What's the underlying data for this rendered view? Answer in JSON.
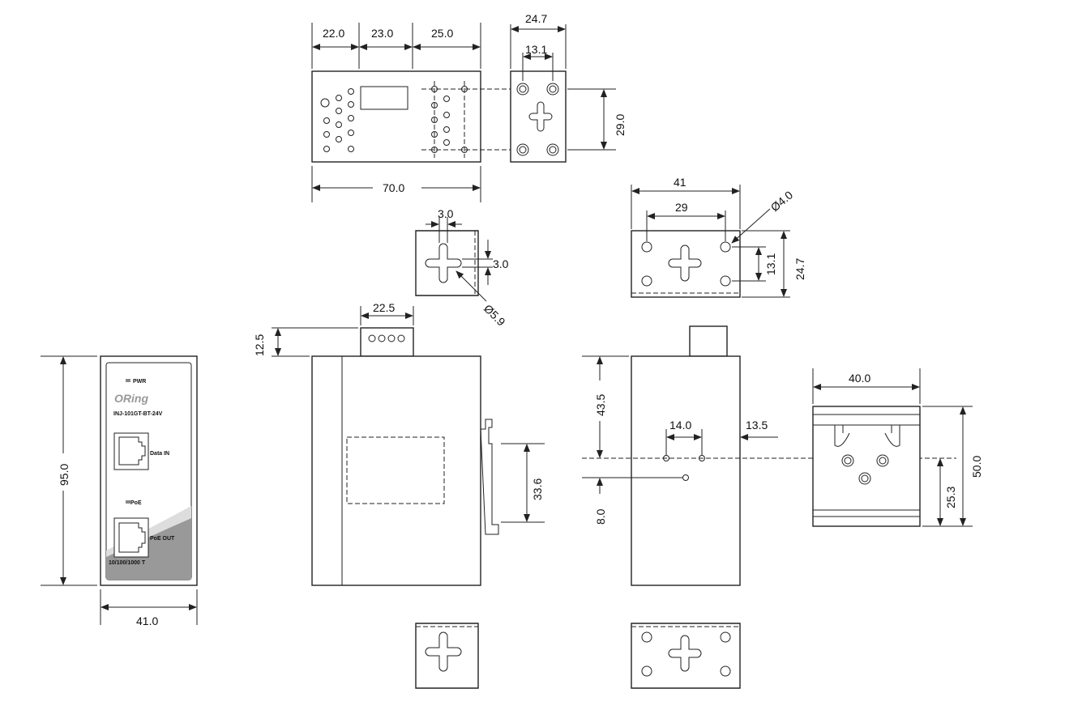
{
  "top_view": {
    "dims": [
      "22.0",
      "23.0",
      "25.0",
      "70.0"
    ]
  },
  "end_bracket_top": {
    "dims": [
      "24.7",
      "13.1",
      "29.0"
    ]
  },
  "bracket_detail": {
    "dims": [
      "3.0",
      "3.0",
      "Ø5.9"
    ]
  },
  "wall_mount": {
    "dims": [
      "41",
      "29",
      "Ø4.0",
      "13.1",
      "24.7"
    ]
  },
  "side_view": {
    "dims": [
      "22.5",
      "12.5",
      "33.6"
    ]
  },
  "front_panel": {
    "dims": [
      "95.0",
      "41.0"
    ],
    "pwr": "PWR",
    "brand": "ORing",
    "model": "INJ-101GT-BT-24V",
    "data_in": "Data IN",
    "poe": "PoE",
    "poe_out": "PoE OUT",
    "speed": "10/100/1000 T"
  },
  "rear_view": {
    "dims": [
      "43.5",
      "14.0",
      "13.5",
      "8.0"
    ]
  },
  "din_rail": {
    "dims": [
      "40.0",
      "50.0",
      "25.3"
    ]
  }
}
